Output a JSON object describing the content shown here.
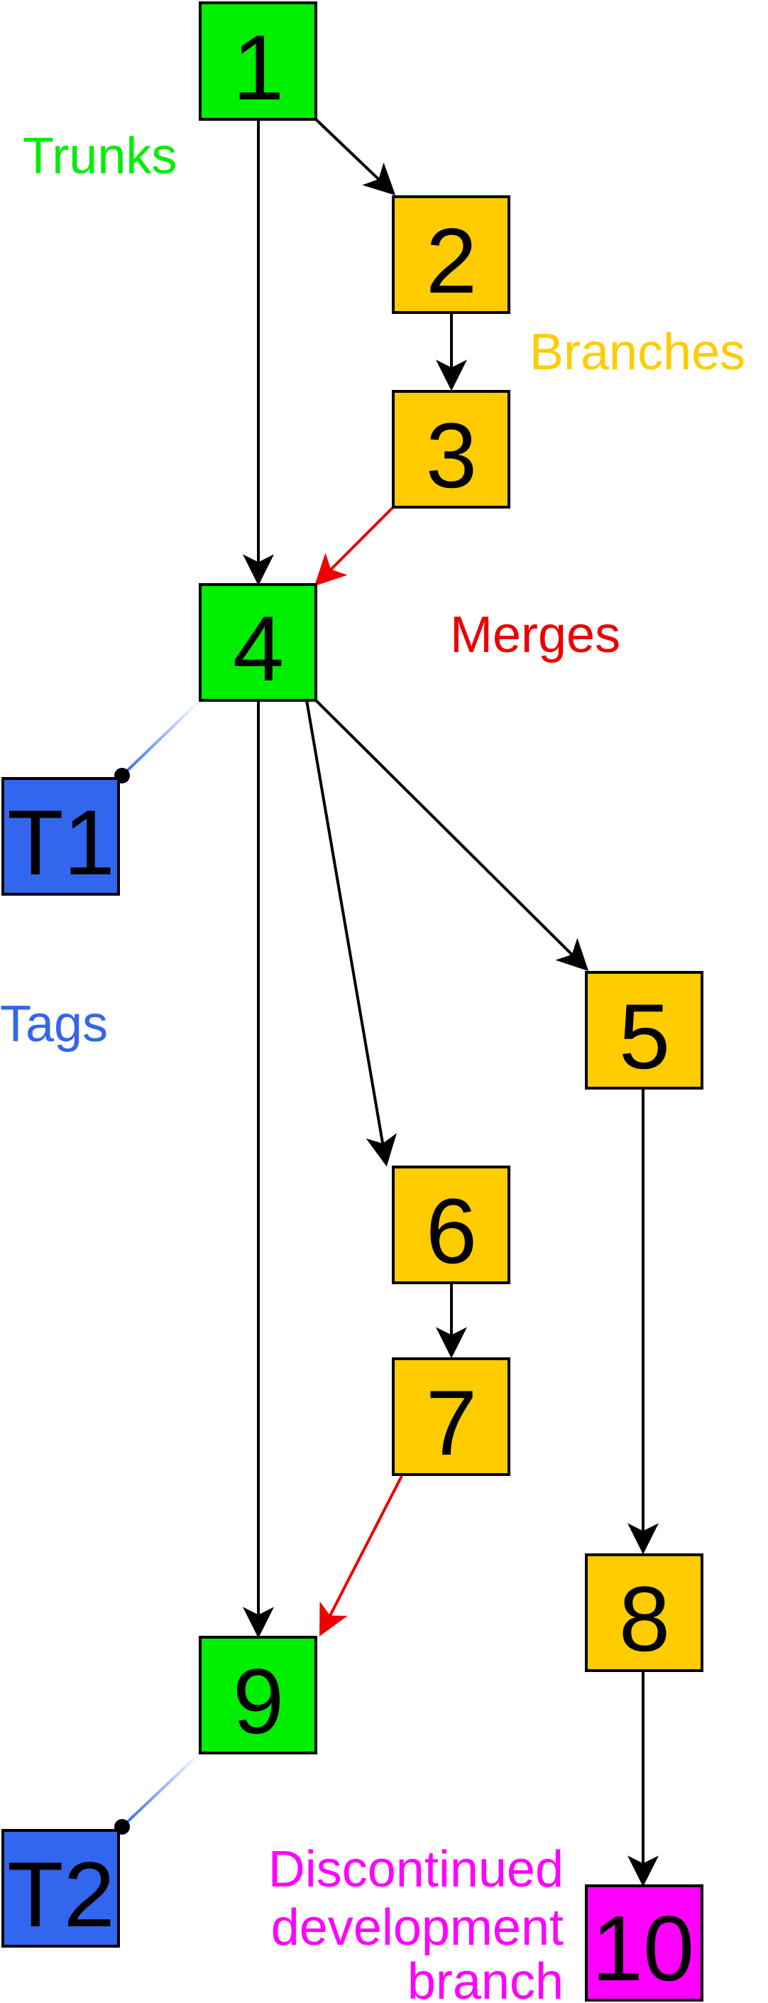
{
  "colors": {
    "trunk": "#00ee00",
    "branch": "#ffcc00",
    "tag": "#3366ee",
    "discontinued": "#ff00ff",
    "merge": "#ee0000",
    "edge": "#000000"
  },
  "legend": {
    "trunks": "Trunks",
    "branches": "Branches",
    "merges": "Merges",
    "tags": "Tags",
    "discontinued_line1": "Discontinued",
    "discontinued_line2": "development",
    "discontinued_line3": "branch"
  },
  "nodes": [
    {
      "id": "n1",
      "label": "1",
      "kind": "trunk"
    },
    {
      "id": "n2",
      "label": "2",
      "kind": "branch"
    },
    {
      "id": "n3",
      "label": "3",
      "kind": "branch"
    },
    {
      "id": "n4",
      "label": "4",
      "kind": "trunk"
    },
    {
      "id": "nT1",
      "label": "T1",
      "kind": "tag"
    },
    {
      "id": "n5",
      "label": "5",
      "kind": "branch"
    },
    {
      "id": "n6",
      "label": "6",
      "kind": "branch"
    },
    {
      "id": "n7",
      "label": "7",
      "kind": "branch"
    },
    {
      "id": "n8",
      "label": "8",
      "kind": "branch"
    },
    {
      "id": "n9",
      "label": "9",
      "kind": "trunk"
    },
    {
      "id": "nT2",
      "label": "T2",
      "kind": "tag"
    },
    {
      "id": "n10",
      "label": "10",
      "kind": "discontinued"
    }
  ],
  "edges": [
    {
      "from": "1",
      "to": "2",
      "kind": "branch"
    },
    {
      "from": "2",
      "to": "3",
      "kind": "branch"
    },
    {
      "from": "1",
      "to": "4",
      "kind": "trunk"
    },
    {
      "from": "3",
      "to": "4",
      "kind": "merge"
    },
    {
      "from": "4",
      "to": "T1",
      "kind": "tag"
    },
    {
      "from": "4",
      "to": "5",
      "kind": "branch"
    },
    {
      "from": "4",
      "to": "6",
      "kind": "branch"
    },
    {
      "from": "6",
      "to": "7",
      "kind": "branch"
    },
    {
      "from": "4",
      "to": "9",
      "kind": "trunk"
    },
    {
      "from": "7",
      "to": "9",
      "kind": "merge"
    },
    {
      "from": "5",
      "to": "8",
      "kind": "branch"
    },
    {
      "from": "8",
      "to": "10",
      "kind": "branch"
    },
    {
      "from": "9",
      "to": "T2",
      "kind": "tag"
    }
  ]
}
